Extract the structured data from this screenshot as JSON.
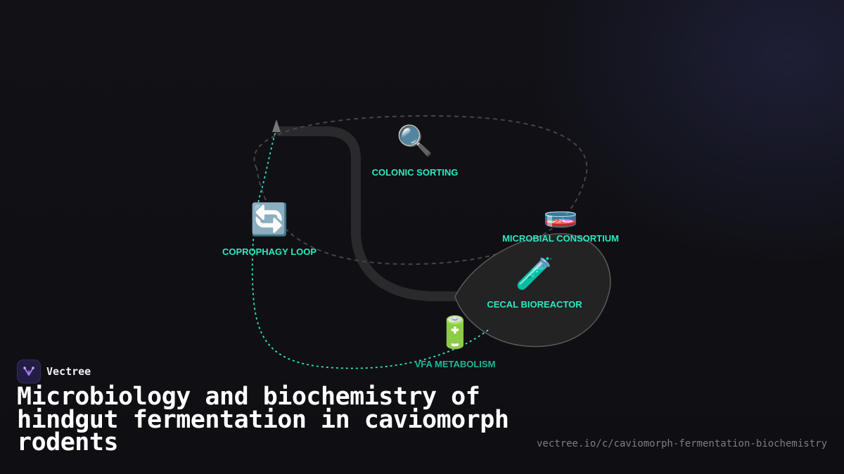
{
  "brand": {
    "name": "Vectree",
    "logo_icon": "branch-tree-icon",
    "accent": "#8b5cf6"
  },
  "title": "Microbiology and biochemistry of hindgut fermentation in caviomorph rodents",
  "url": "vectree.io/c/caviomorph-fermentation-biochemistry",
  "colors": {
    "background": "#0f0f13",
    "label": "#2ee8c0",
    "dashed_loop": "#44444a",
    "dotted_path": "#2ee8c0",
    "cecum_fill": "#232323",
    "cecum_stroke": "#5a5a5a",
    "gut_tube": "#2a2a2c"
  },
  "nodes": [
    {
      "id": "colonic-sorting",
      "label": "COLONIC SORTING",
      "icon": "magnifying-glass-icon",
      "glyph": "🔍"
    },
    {
      "id": "coprophagy-loop",
      "label": "COPROPHAGY LOOP",
      "icon": "recycle-arrows-icon",
      "glyph": "🔄"
    },
    {
      "id": "microbial-consortium",
      "label": "MICROBIAL CONSORTIUM",
      "icon": "petri-dish-icon",
      "glyph": "🧫"
    },
    {
      "id": "cecal-bioreactor",
      "label": "CECAL BIOREACTOR",
      "icon": "test-tube-icon",
      "glyph": "🧪"
    },
    {
      "id": "vfa-metabolism",
      "label": "VFA METABOLISM",
      "icon": "battery-icon",
      "glyph": "🔋"
    }
  ]
}
